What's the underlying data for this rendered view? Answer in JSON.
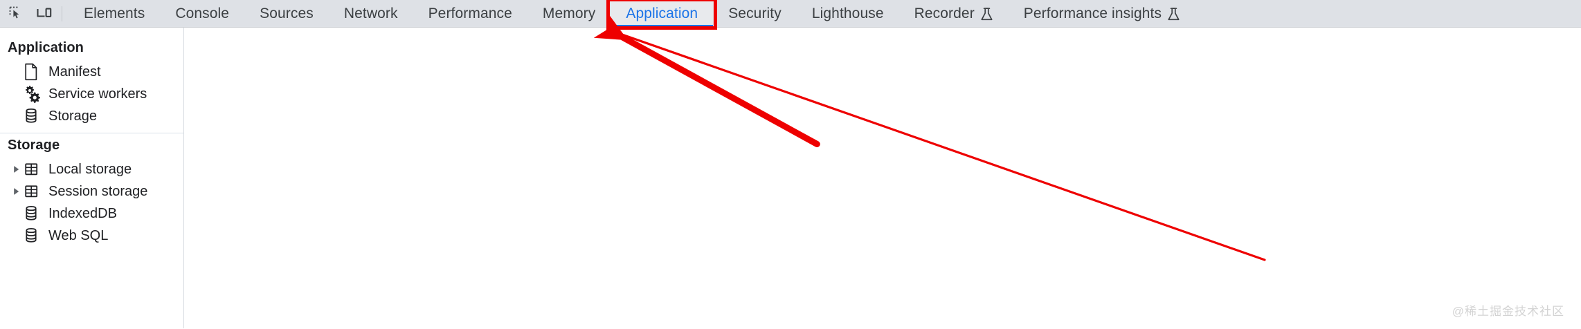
{
  "toolbar": {
    "icons": [
      {
        "name": "inspect-element-icon",
        "title": "Inspect element"
      },
      {
        "name": "device-toolbar-icon",
        "title": "Toggle device toolbar"
      }
    ]
  },
  "tabbar": {
    "tabs": [
      {
        "label": "Elements",
        "active": false,
        "experimental": false
      },
      {
        "label": "Console",
        "active": false,
        "experimental": false
      },
      {
        "label": "Sources",
        "active": false,
        "experimental": false
      },
      {
        "label": "Network",
        "active": false,
        "experimental": false
      },
      {
        "label": "Performance",
        "active": false,
        "experimental": false
      },
      {
        "label": "Memory",
        "active": false,
        "experimental": false
      },
      {
        "label": "Application",
        "active": true,
        "experimental": false
      },
      {
        "label": "Security",
        "active": false,
        "experimental": false
      },
      {
        "label": "Lighthouse",
        "active": false,
        "experimental": false
      },
      {
        "label": "Recorder",
        "active": false,
        "experimental": true
      },
      {
        "label": "Performance insights",
        "active": false,
        "experimental": true
      }
    ],
    "active_tab": "Application"
  },
  "sidebar": {
    "sections": [
      {
        "title": "Application",
        "items": [
          {
            "label": "Manifest",
            "icon": "document-icon",
            "expandable": false
          },
          {
            "label": "Service workers",
            "icon": "gears-icon",
            "expandable": false
          },
          {
            "label": "Storage",
            "icon": "database-icon",
            "expandable": false
          }
        ]
      },
      {
        "title": "Storage",
        "items": [
          {
            "label": "Local storage",
            "icon": "table-icon",
            "expandable": true
          },
          {
            "label": "Session storage",
            "icon": "table-icon",
            "expandable": true
          },
          {
            "label": "IndexedDB",
            "icon": "database-icon",
            "expandable": false
          },
          {
            "label": "Web SQL",
            "icon": "database-icon",
            "expandable": false
          }
        ]
      }
    ]
  },
  "annotation": {
    "highlight_color": "#ee0000",
    "arrow_color": "#ee0000",
    "target_tab": "Application"
  },
  "watermark": {
    "text": "@稀土掘金技术社区"
  },
  "colors": {
    "tabbar_background": "#dee1e6",
    "active_tab_text": "#1a73e8",
    "active_tab_underline": "#1a73e8",
    "tab_text": "#3c4043",
    "panel_background": "#ffffff",
    "sidebar_border": "#d6dbe0",
    "annotation_red": "#ee0000"
  }
}
